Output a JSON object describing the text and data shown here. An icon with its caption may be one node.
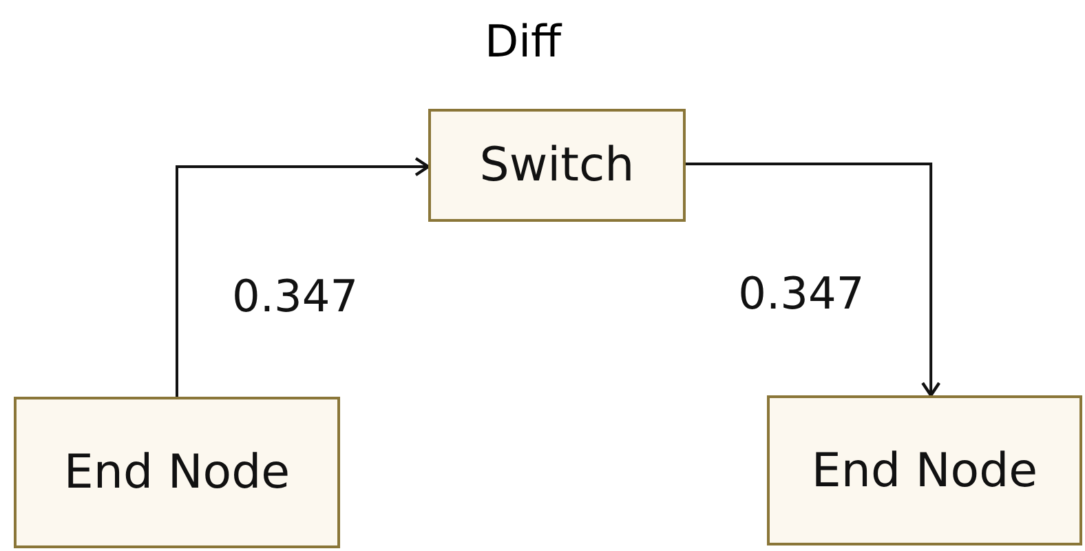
{
  "diagram": {
    "title": "Diff",
    "nodes": [
      {
        "text": [
          "Switch"
        ]
      },
      {
        "text": [
          "End Node"
        ]
      },
      {
        "text": [
          "End Node"
        ]
      }
    ],
    "edges": [
      {
        "from": 1,
        "to": 0,
        "arrow": "to",
        "label": "0.347"
      },
      {
        "from": 0,
        "to": 2,
        "arrow": "to",
        "label": "0.347"
      }
    ]
  }
}
